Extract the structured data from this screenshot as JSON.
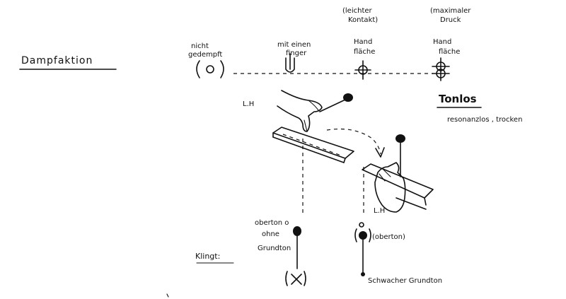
{
  "title": "Dampfaktion",
  "header": {
    "light_contact": [
      "(leichter",
      "Kontakt)"
    ],
    "max_pressure": [
      "(maximaler",
      "Druck"
    ]
  },
  "symbols": {
    "undamped": [
      "nicht",
      "gedempft"
    ],
    "one_finger": [
      "mit einen",
      "finger"
    ],
    "palm_light": [
      "Hand",
      "fläche"
    ],
    "palm_max": [
      "Hand",
      "fläche"
    ]
  },
  "tonlos": {
    "label": "Tonlos",
    "description": "resonanzlos , trocken"
  },
  "hands": {
    "left_hand_upper": "L.H",
    "left_hand_lower": "L.H"
  },
  "klingt": {
    "label": "Klingt:",
    "left_note": [
      "oberton o",
      "ohne",
      "Grundton"
    ],
    "right_note_paren": "(oberton)",
    "right_bottom": "Schwacher Grundton"
  },
  "colors": {
    "ink": "#111111",
    "paper": "#ffffff"
  }
}
